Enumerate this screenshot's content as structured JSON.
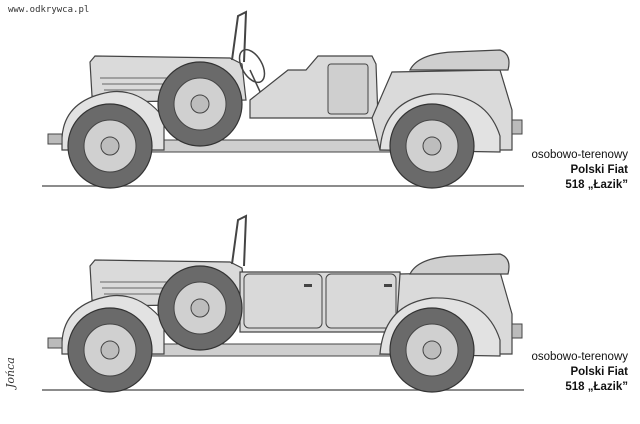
{
  "watermark": "www.odkrywca.pl",
  "signature": "Jońca",
  "captions": [
    {
      "line1": "osobowo-terenowy",
      "line2": "Polski Fiat",
      "line3": "518 „Łazik”"
    },
    {
      "line1": "osobowo-terenowy",
      "line2": "Polski Fiat",
      "line3": "518 „Łazik”"
    }
  ],
  "colors": {
    "body": "#d9d9d9",
    "tire": "#6a6a6a",
    "outline": "#444444",
    "ground": "#666666"
  }
}
